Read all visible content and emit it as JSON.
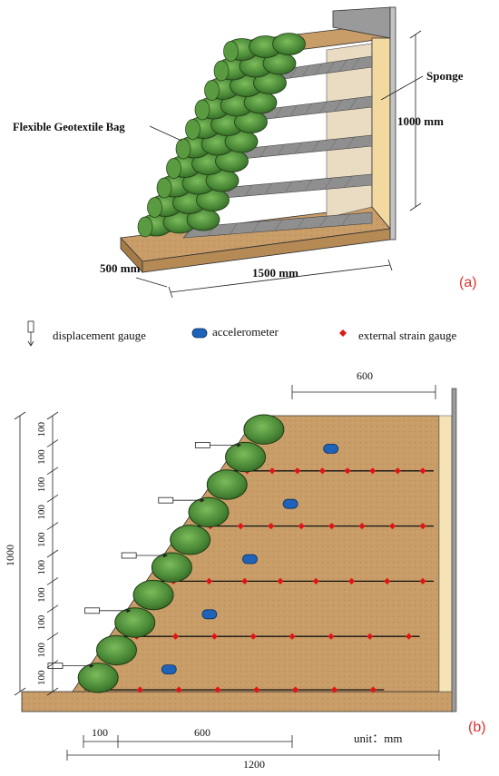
{
  "panel_a": {
    "tag": "(a)",
    "labels": {
      "bag": "Flexible Geotextile Bag",
      "sponge": "Sponge",
      "height": "1000 mm",
      "depth": "500 mm",
      "length": "1500  mm"
    }
  },
  "legend": {
    "displacement": "displacement gauge",
    "accelerometer": "accelerometer",
    "strain": "external strain gauge"
  },
  "panel_b": {
    "tag": "(b)",
    "unit": "unit：mm",
    "dims": {
      "top": "600",
      "total_height": "1000",
      "step_labels": [
        "100",
        "100",
        "100",
        "100",
        "100",
        "100",
        "100",
        "100",
        "100",
        "100"
      ],
      "bottom_100": "100",
      "bottom_600": "600",
      "bottom_1200": "1200"
    }
  },
  "colors": {
    "soil": "#c79c66",
    "bag_green": "#4f8a3a",
    "accelerometer": "#1f63b8",
    "strain": "#e01515",
    "sponge": "#f5e3b5",
    "panel_tag": "#e03030"
  }
}
